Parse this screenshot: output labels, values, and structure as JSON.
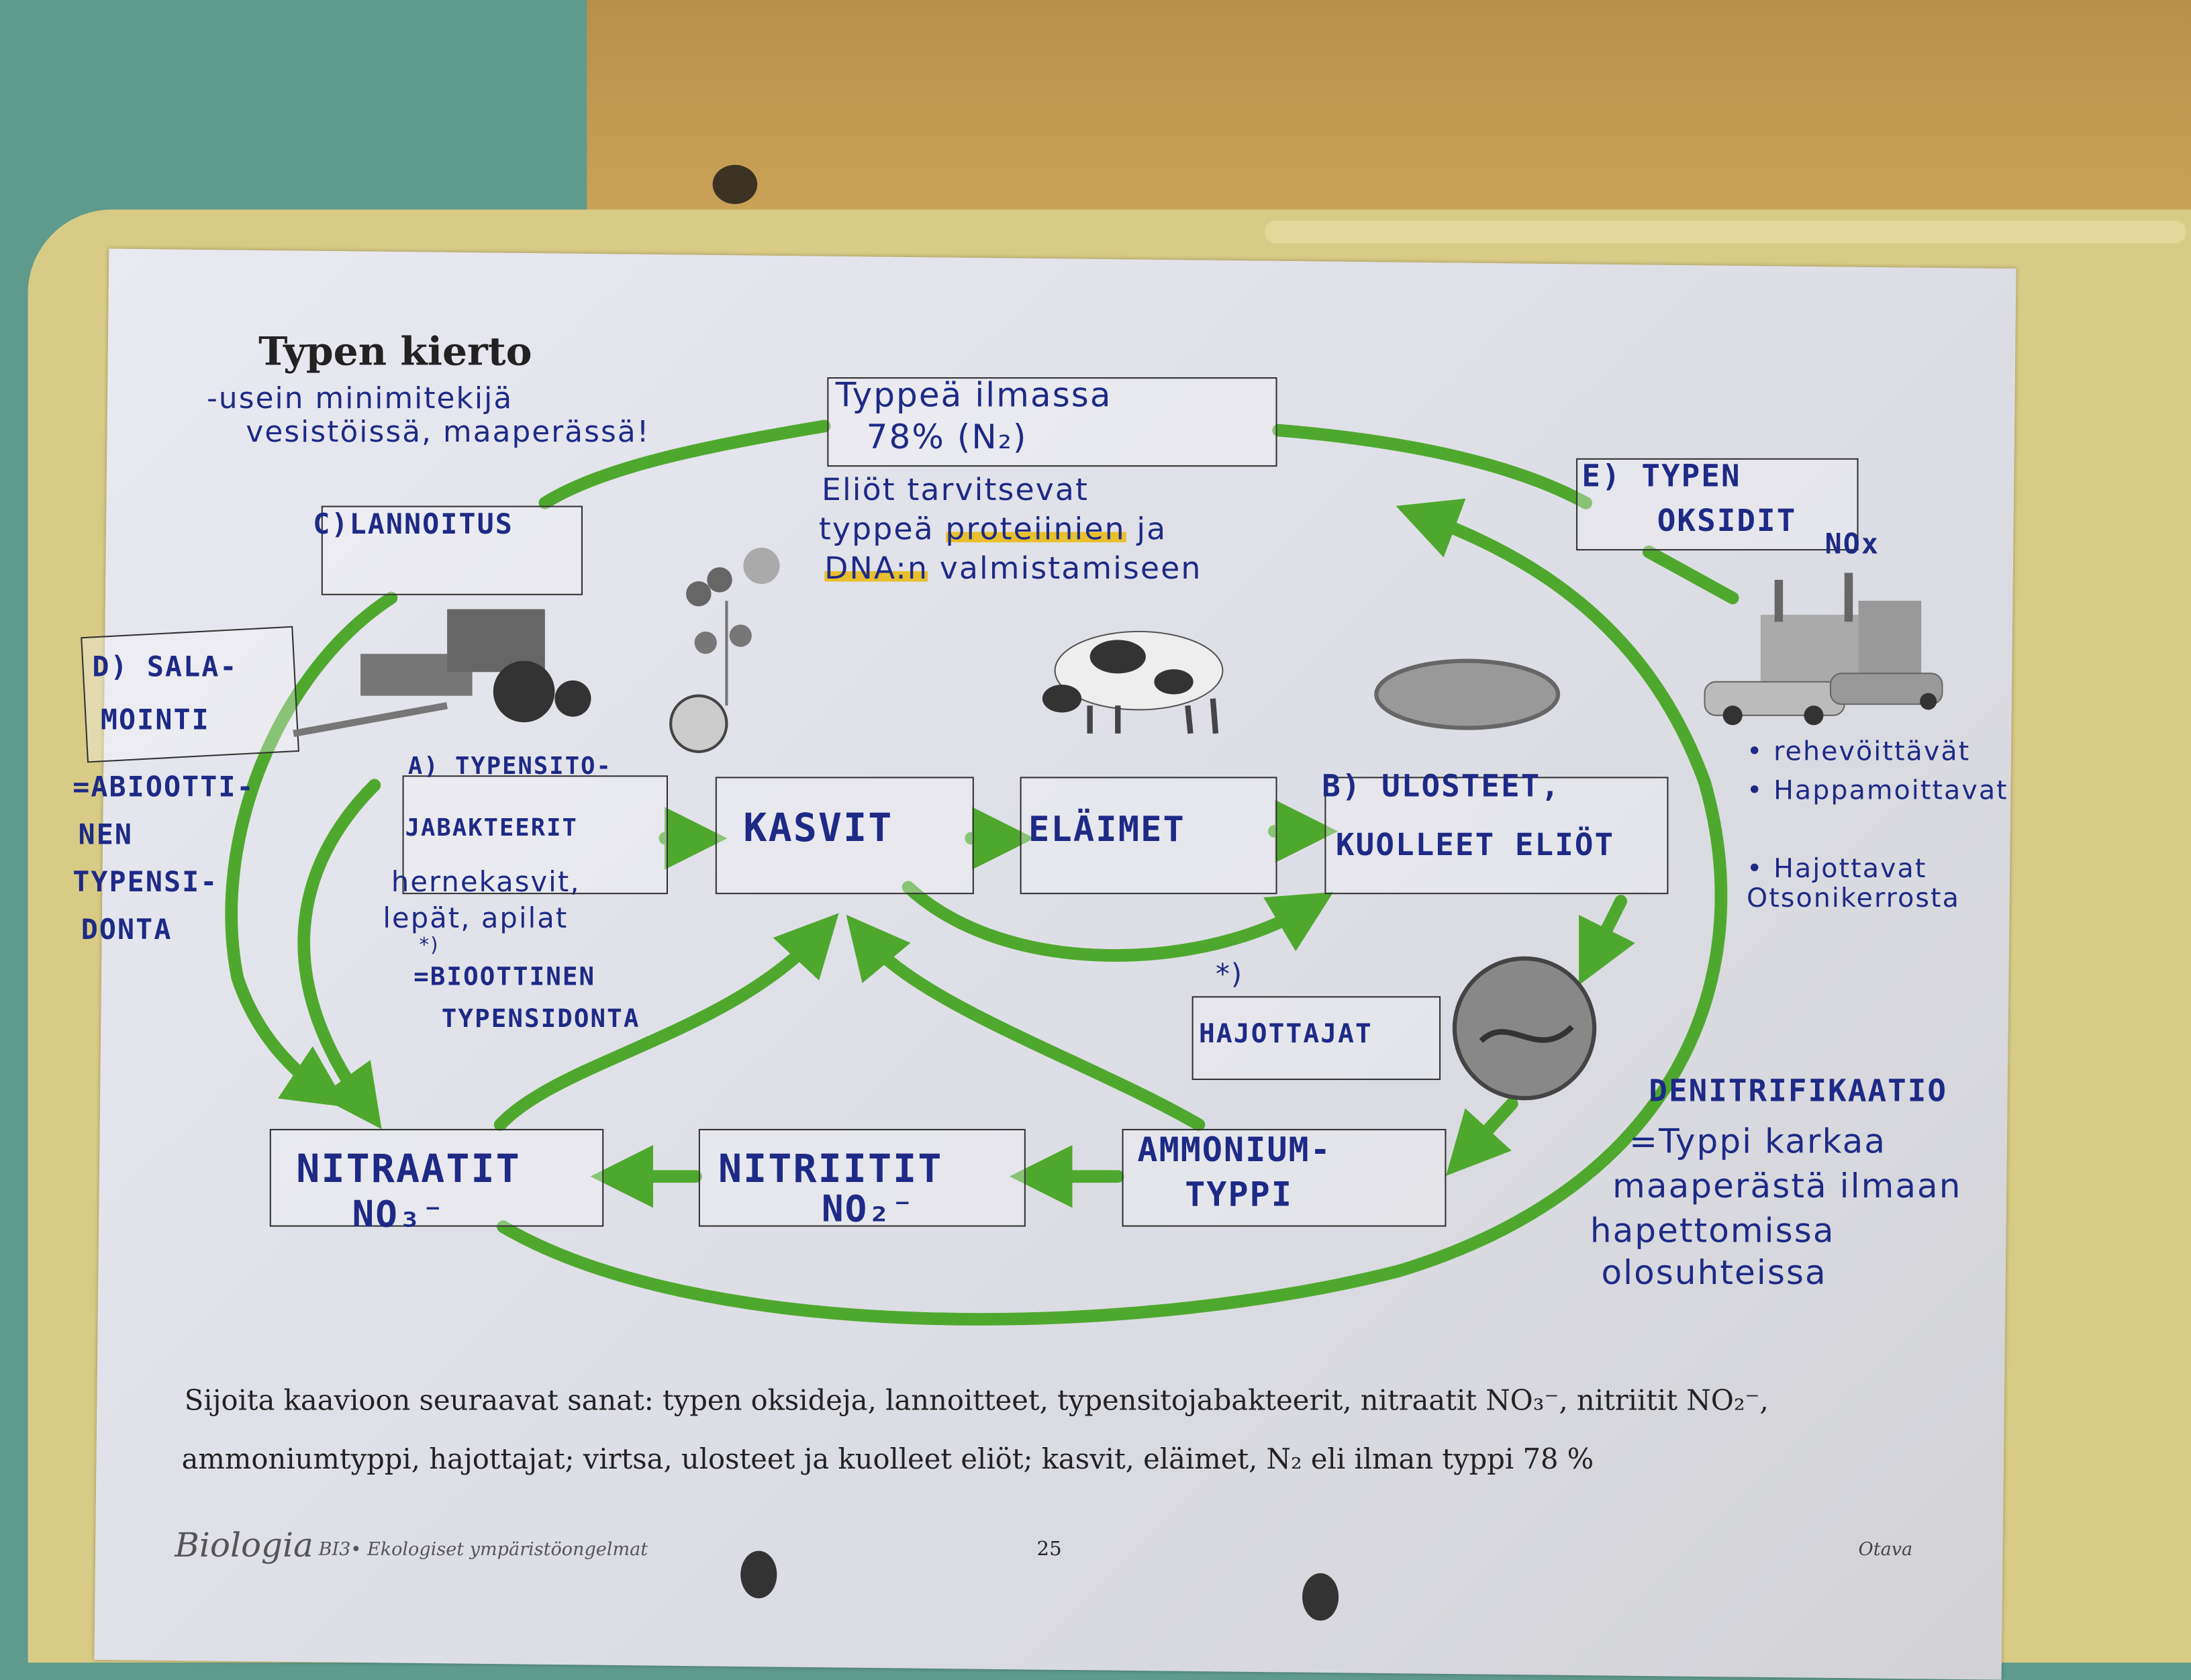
{
  "title": "Typen kierto",
  "notes": {
    "minimum_line1": "-usein minimitekijä",
    "minimum_line2": "vesistöissä, maaperässä!",
    "organisms_line1": "Eliöt tarvitsevat",
    "organisms_line2a": "typpeä ",
    "organisms_line2b": "proteiinien",
    "organisms_line2c": " ja",
    "organisms_line3a": "DNA:n",
    "organisms_line3b": " valmistamiseen",
    "nox": "NOx",
    "effects": [
      "• rehevöittävät",
      "• Happamoittavat",
      "• Hajottavat Otsonikerrosta"
    ],
    "abiotic": [
      "=ABIOOTTI-",
      "NEN",
      "TYPENSI-",
      "DONTA"
    ],
    "legumes_line1": "hernekasvit,",
    "legumes_line2": "lepät, apilat",
    "biotic_star": "*)",
    "biotic_line1": "=BIOOTTINEN",
    "biotic_line2": "TYPENSIDONTA",
    "decomposer_star": "*)",
    "denitrification": [
      "DENITRIFIKAATIO",
      "=Typpi karkaa",
      "maaperästä ilmaan",
      "hapettomissa",
      "olosuhteissa"
    ]
  },
  "boxes": {
    "air_line1": "Typpeä ilmassa",
    "air_line2": "78%   (N₂)",
    "fertilization": "C)LANNOITUS",
    "lightning_line1": "D) SALA-",
    "lightning_line2": "MOINTI",
    "oxides_line1": "E) TYPEN",
    "oxides_line2": "OKSIDIT",
    "bacteria_line1": "A) TYPENSITO-",
    "bacteria_line2": "JABAKTEERIT",
    "plants": "KASVIT",
    "animals": "ELÄIMET",
    "waste_line1": "B) ULOSTEET,",
    "waste_line2": "KUOLLEET ELIÖT",
    "decomposers": "HAJOTTAJAT",
    "nitrates_line1": "NITRAATIT",
    "nitrates_line2": "NO₃⁻",
    "nitrites_line1": "NITRIITIT",
    "nitrites_line2": "NO₂⁻",
    "ammonium_line1": "AMMONIUM-",
    "ammonium_line2": "TYPPI"
  },
  "instructions": {
    "line1": "Sijoita kaavioon seuraavat sanat: typen oksideja, lannoitteet, typensitojabakteerit, nitraatit NO₃⁻, nitriitit NO₂⁻,",
    "line2": "ammoniumtyppi, hajottajat; virtsa, ulosteet ja kuolleet eliöt; kasvit, eläimet, N₂ eli ilman typpi 78 %"
  },
  "footer": {
    "brand": "Biologia",
    "course": "BI3• Ekologiset ympäristöongelmat",
    "page": "25",
    "publisher": "Otava"
  },
  "colors": {
    "ink": "#1d2a86",
    "arrow": "#4fa82e",
    "highlight": "#e8bf2e"
  }
}
